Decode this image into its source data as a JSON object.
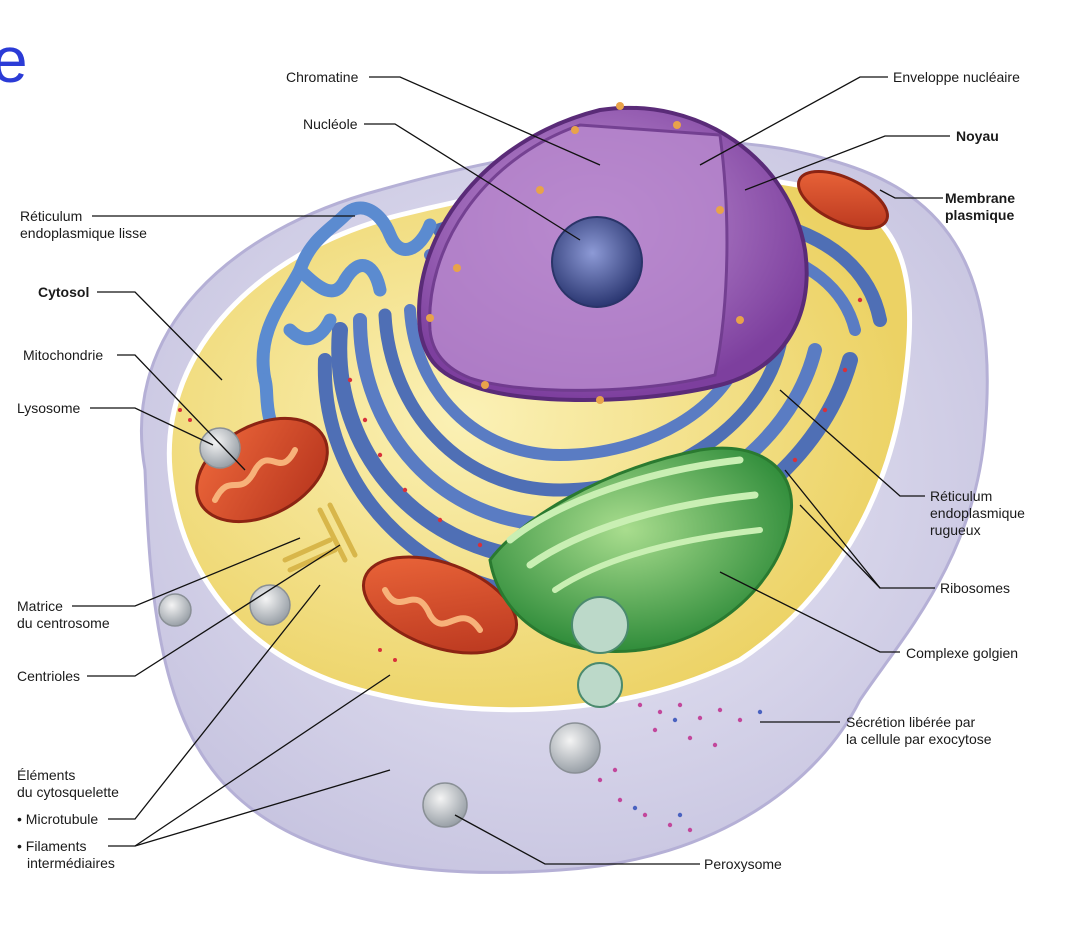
{
  "corner_mark": "e",
  "labels": {
    "chromatine": "Chromatine",
    "nucleole": "Nucléole",
    "enveloppe": "Enveloppe nucléaire",
    "noyau": "Noyau",
    "membrane_1": "Membrane",
    "membrane_2": "plasmique",
    "rel_1": "Réticulum",
    "rel_2": "endoplasmique lisse",
    "cytosol": "Cytosol",
    "mitochondrie": "Mitochondrie",
    "lysosome": "Lysosome",
    "rer_1": "Réticulum",
    "rer_2": "endoplasmique",
    "rer_3": "rugueux",
    "ribosomes": "Ribosomes",
    "matrice_1": "Matrice",
    "matrice_2": "du centrosome",
    "golgi": "Complexe golgien",
    "centrioles": "Centrioles",
    "secretion_1": "Sécrétion libérée par",
    "secretion_2": "la cellule par exocytose",
    "cyto_1": "Éléments",
    "cyto_2": "du cytosquelette",
    "microtubule": "• Microtubule",
    "filaments_1": "• Filaments",
    "filaments_2": "intermédiaires",
    "peroxysome": "Peroxysome"
  },
  "colors": {
    "cell_outer": "#d9d6ec",
    "cytosol": "#f3e17a",
    "er": "#4f6fb5",
    "nucleus": "#9a63b8",
    "nucleolus": "#3d4c8f",
    "mitochondria": "#e0502c",
    "golgi": "#52b04a",
    "ribosome": "#d8303a"
  }
}
